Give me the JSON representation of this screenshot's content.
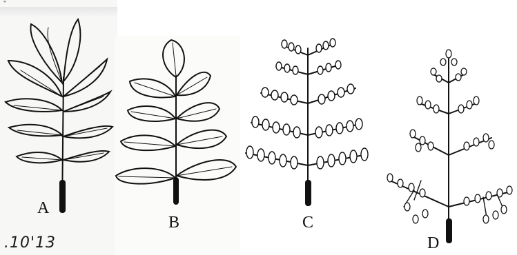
{
  "figure": {
    "labels": {
      "a": "A",
      "b": "B",
      "c": "C",
      "d": "D"
    },
    "handwritten_note": ".10'13",
    "corner_mark": "\"",
    "colors": {
      "ink": "#111111",
      "paper": "#ffffff"
    }
  }
}
